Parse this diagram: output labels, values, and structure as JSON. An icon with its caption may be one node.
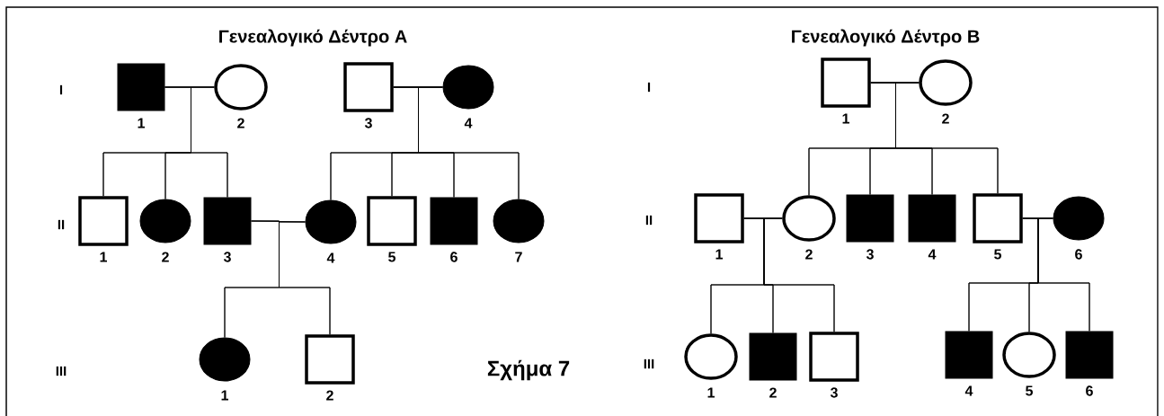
{
  "diagram": {
    "caption": "Σχήμα 7",
    "nodes": [
      {
        "text": [],
        "shape": "filled-box",
        "beside": [
          "1"
        ]
      },
      {
        "text": [],
        "shape": "circle",
        "beside": [
          "2"
        ]
      },
      {
        "text": [],
        "shape": "box",
        "beside": [
          "3"
        ]
      },
      {
        "text": [],
        "shape": "filled-circle",
        "beside": [
          "4"
        ]
      },
      {
        "text": [],
        "shape": "box",
        "beside": [
          "1"
        ]
      },
      {
        "text": [],
        "shape": "filled-circle",
        "beside": [
          "2"
        ]
      },
      {
        "text": [],
        "shape": "filled-box",
        "beside": [
          "3"
        ]
      },
      {
        "text": [],
        "shape": "filled-circle",
        "beside": [
          "4"
        ]
      },
      {
        "text": [],
        "shape": "box",
        "beside": [
          "5"
        ]
      },
      {
        "text": [],
        "shape": "filled-box",
        "beside": [
          "6"
        ]
      },
      {
        "text": [],
        "shape": "filled-circle",
        "beside": [
          "7"
        ]
      },
      {
        "text": [],
        "shape": "filled-circle",
        "beside": [
          "1"
        ]
      },
      {
        "text": [],
        "shape": "box",
        "beside": [
          "2"
        ]
      },
      {
        "text": [],
        "shape": "box",
        "beside": [
          "1"
        ]
      },
      {
        "text": [],
        "shape": "circle",
        "beside": [
          "2"
        ]
      },
      {
        "text": [],
        "shape": "box",
        "beside": [
          "1"
        ]
      },
      {
        "text": [],
        "shape": "circle",
        "beside": [
          "2"
        ]
      },
      {
        "text": [],
        "shape": "filled-box",
        "beside": [
          "3"
        ]
      },
      {
        "text": [],
        "shape": "filled-box",
        "beside": [
          "4"
        ]
      },
      {
        "text": [],
        "shape": "box",
        "beside": [
          "5"
        ]
      },
      {
        "text": [],
        "shape": "filled-circle",
        "beside": [
          "6"
        ]
      },
      {
        "text": [],
        "shape": "circle",
        "beside": [
          "1"
        ]
      },
      {
        "text": [],
        "shape": "filled-box",
        "beside": [
          "2"
        ]
      },
      {
        "text": [],
        "shape": "box",
        "beside": [
          "3"
        ]
      },
      {
        "text": [],
        "shape": "filled-box",
        "beside": [
          "4"
        ]
      },
      {
        "text": [],
        "shape": "circle",
        "beside": [
          "5"
        ]
      },
      {
        "text": [],
        "shape": "filled-box",
        "beside": [
          "6"
        ]
      }
    ],
    "edges": [
      {
        "from": 0,
        "to": 1,
        "arrow": "none"
      },
      {
        "from": 2,
        "to": 3,
        "arrow": "none"
      },
      {
        "from": 0,
        "to": 4,
        "arrow": "none"
      },
      {
        "from": 1,
        "to": 4,
        "arrow": "none"
      },
      {
        "from": 0,
        "to": 5,
        "arrow": "none"
      },
      {
        "from": 1,
        "to": 5,
        "arrow": "none"
      },
      {
        "from": 0,
        "to": 6,
        "arrow": "none"
      },
      {
        "from": 1,
        "to": 6,
        "arrow": "none"
      },
      {
        "from": 2,
        "to": 7,
        "arrow": "none"
      },
      {
        "from": 3,
        "to": 7,
        "arrow": "none"
      },
      {
        "from": 2,
        "to": 8,
        "arrow": "none"
      },
      {
        "from": 3,
        "to": 8,
        "arrow": "none"
      },
      {
        "from": 2,
        "to": 9,
        "arrow": "none"
      },
      {
        "from": 3,
        "to": 9,
        "arrow": "none"
      },
      {
        "from": 2,
        "to": 10,
        "arrow": "none"
      },
      {
        "from": 3,
        "to": 10,
        "arrow": "none"
      },
      {
        "from": 6,
        "to": 7,
        "arrow": "none"
      },
      {
        "from": 6,
        "to": 11,
        "arrow": "none"
      },
      {
        "from": 7,
        "to": 11,
        "arrow": "none"
      },
      {
        "from": 6,
        "to": 12,
        "arrow": "none"
      },
      {
        "from": 7,
        "to": 12,
        "arrow": "none"
      },
      {
        "from": 13,
        "to": 14,
        "arrow": "none"
      },
      {
        "from": 13,
        "to": 16,
        "arrow": "none"
      },
      {
        "from": 14,
        "to": 16,
        "arrow": "none"
      },
      {
        "from": 13,
        "to": 17,
        "arrow": "none"
      },
      {
        "from": 14,
        "to": 17,
        "arrow": "none"
      },
      {
        "from": 13,
        "to": 18,
        "arrow": "none"
      },
      {
        "from": 14,
        "to": 18,
        "arrow": "none"
      },
      {
        "from": 13,
        "to": 19,
        "arrow": "none"
      },
      {
        "from": 14,
        "to": 19,
        "arrow": "none"
      },
      {
        "from": 15,
        "to": 16,
        "arrow": "none"
      },
      {
        "from": 15,
        "to": 21,
        "arrow": "none"
      },
      {
        "from": 16,
        "to": 21,
        "arrow": "none"
      },
      {
        "from": 15,
        "to": 22,
        "arrow": "none"
      },
      {
        "from": 16,
        "to": 22,
        "arrow": "none"
      },
      {
        "from": 15,
        "to": 23,
        "arrow": "none"
      },
      {
        "from": 16,
        "to": 23,
        "arrow": "none"
      },
      {
        "from": 19,
        "to": 20,
        "arrow": "none"
      },
      {
        "from": 19,
        "to": 24,
        "arrow": "none"
      },
      {
        "from": 20,
        "to": 24,
        "arrow": "none"
      },
      {
        "from": 19,
        "to": 25,
        "arrow": "none"
      },
      {
        "from": 20,
        "to": 25,
        "arrow": "none"
      },
      {
        "from": 19,
        "to": 26,
        "arrow": "none"
      },
      {
        "from": 20,
        "to": 26,
        "arrow": "none"
      }
    ],
    "labels": [
      "Γενεαλογικό Δέντρο Α",
      "Γενεαλογικό Δέντρο Β",
      "I",
      "II",
      "III",
      "I",
      "II",
      "III"
    ]
  }
}
